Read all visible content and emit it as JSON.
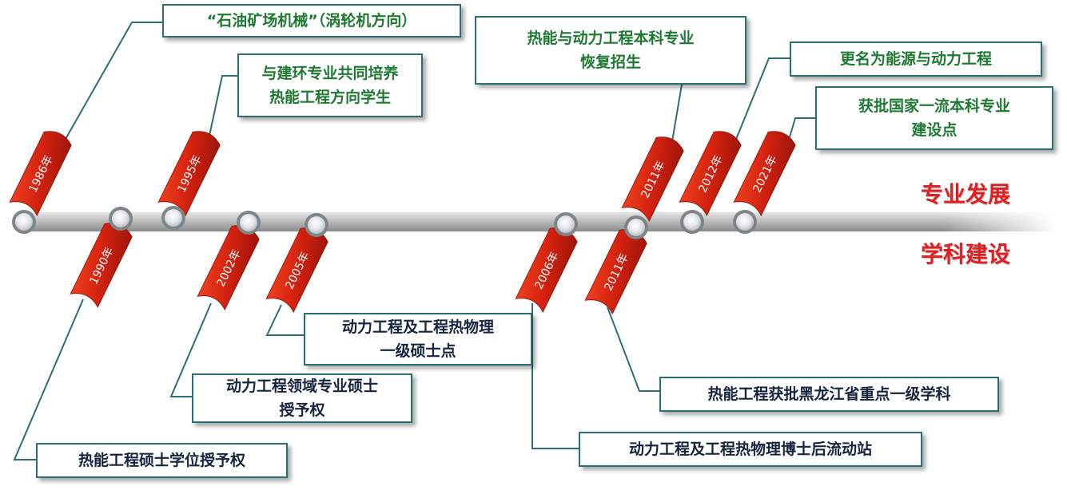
{
  "side_labels": {
    "upper": "专业发展",
    "lower": "学科建设"
  },
  "colors": {
    "flag": "#d2210f",
    "box_border": "#2b6f74",
    "top_text": "#1e7a32",
    "bottom_text": "#16243f",
    "side_text": "#e02020",
    "bar": "#b5b5b5"
  },
  "upper_events": [
    {
      "year": "1986年",
      "lines": [
        "“石油矿场机械”（涡轮机方向）"
      ]
    },
    {
      "year": "1995年",
      "lines": [
        "与建环专业共同培养",
        "热能工程方向学生"
      ]
    },
    {
      "year": "2011年",
      "lines": [
        "热能与动力工程本科专业",
        "恢复招生"
      ]
    },
    {
      "year": "2012年",
      "lines": [
        "更名为能源与动力工程"
      ]
    },
    {
      "year": "2021年",
      "lines": [
        "获批国家一流本科专业",
        "建设点"
      ]
    }
  ],
  "lower_events": [
    {
      "year": "1990年",
      "lines": [
        "热能工程硕士学位授予权"
      ]
    },
    {
      "year": "2002年",
      "lines": [
        "动力工程领域专业硕士",
        "授予权"
      ]
    },
    {
      "year": "2005年",
      "lines": [
        "动力工程及工程热物理",
        "一级硕士点"
      ]
    },
    {
      "year": "2006年",
      "lines": [
        "动力工程及工程热物理博士后流动站"
      ]
    },
    {
      "year": "2011年",
      "lines": [
        "热能工程获批黑龙江省重点一级学科"
      ]
    }
  ]
}
